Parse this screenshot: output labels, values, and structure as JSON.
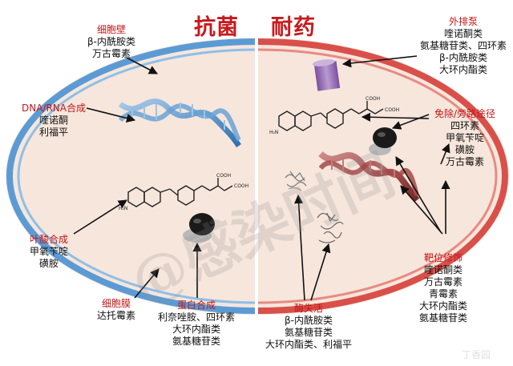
{
  "titles": {
    "left": "抗菌",
    "right": "耐药"
  },
  "left_labels": {
    "cell_wall": {
      "heading": "细胞壁",
      "items": [
        "β-内酰胺类",
        "万古霉素"
      ]
    },
    "dna_rna": {
      "heading": "DNA/RNA合成",
      "items": [
        "喹诺酮",
        "利福平"
      ]
    },
    "folate": {
      "heading": "叶酸合成",
      "items": [
        "甲氧苄啶",
        "磺胺"
      ]
    },
    "membrane": {
      "heading": "细胞膜",
      "items": [
        "达托霉素"
      ]
    },
    "protein": {
      "heading": "蛋白合成",
      "items": [
        "利奈唑胺、四环素",
        "大环内酯类",
        "氨基糖苷类"
      ]
    }
  },
  "right_labels": {
    "efflux": {
      "heading": "外排泵",
      "items": [
        "喹诺酮类",
        "氨基糖苷类、四环素",
        "β-内酰胺类",
        "大环内酯类"
      ]
    },
    "bypass": {
      "heading": "免除/旁路途径",
      "items": [
        "四环素",
        "甲氧苄啶",
        "磺胺",
        "万古霉素"
      ]
    },
    "target": {
      "heading": "靶位修饰",
      "items": [
        "喹诺酮类",
        "万古霉素",
        "青霉素",
        "大环内酯类",
        "氨基糖苷类"
      ]
    },
    "enzyme": {
      "heading": "酶失活",
      "items": [
        "β-内酰胺类",
        "氨基糖苷类",
        "大环内酯类、利福平"
      ]
    }
  },
  "molecule_labels": {
    "cooh": "COOH",
    "h2n": "H₂N"
  },
  "watermark": {
    "main": "@感染时间",
    "corner": "丁香园"
  },
  "colors": {
    "heading": "#c01818",
    "title": "#c8191d",
    "left_wall": "#5b9bd5",
    "right_wall": "#d9504a",
    "cytoplasm": "#f6e6dc",
    "left_dna": "#4a8bc7",
    "right_dna": "#a03c3c",
    "efflux_pump": "#9b6fb8"
  }
}
